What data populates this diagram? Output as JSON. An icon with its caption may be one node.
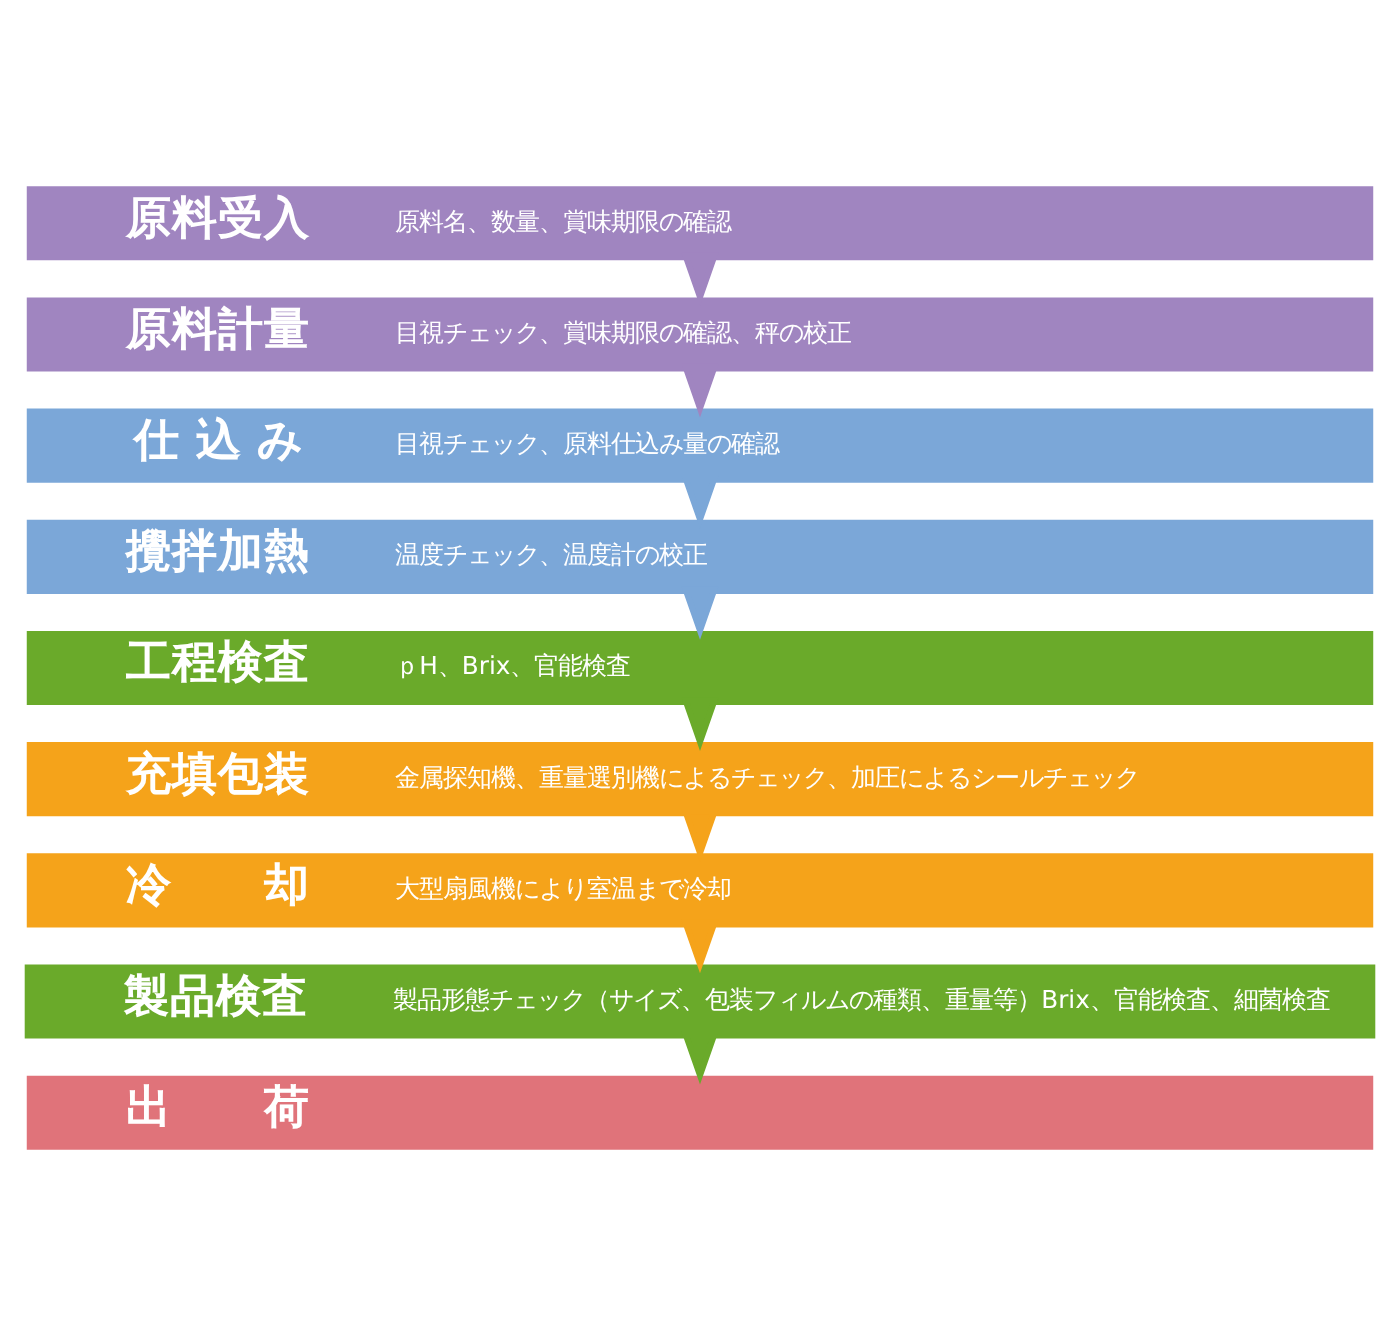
{
  "diagram": {
    "nodes": [
      {
        "text": [
          "原料受入",
          "原料名、数量、賞味期限の確認"
        ]
      },
      {
        "text": [
          "原料計量",
          "目視チェック、賞味期限の確認、秤の校正"
        ]
      },
      {
        "text": [
          "仕 込 み",
          "目視チェック、原料仕込み量の確認"
        ]
      },
      {
        "text": [
          "攪拌加熱",
          "温度チェック、温度計の校正"
        ]
      },
      {
        "text": [
          "工程検査",
          "ｐH、Brix、官能検査"
        ]
      },
      {
        "text": [
          "充填包装",
          "金属探知機、重量選別機によるチェック、加圧によるシールチェック"
        ]
      },
      {
        "text": [
          "冷　　却",
          "大型扇風機により室温まで冷却"
        ]
      },
      {
        "text": [
          "製品検査",
          "製品形態チェック（サイズ、包装フィルムの種類、重量等）Brix、官能検査、細菌検査"
        ]
      },
      {
        "text": [
          "出　　荷"
        ]
      }
    ],
    "edges": [
      {
        "from": 0,
        "to": 1,
        "arrow": "to",
        "color": "#a085c0"
      },
      {
        "from": 1,
        "to": 2,
        "arrow": "to",
        "color": "#a085c0"
      },
      {
        "from": 2,
        "to": 3,
        "arrow": "to",
        "color": "#7ba7d8"
      },
      {
        "from": 3,
        "to": 4,
        "arrow": "to",
        "color": "#7ba7d8"
      },
      {
        "from": 4,
        "to": 5,
        "arrow": "to",
        "color": "#6aaa2a"
      },
      {
        "from": 5,
        "to": 6,
        "arrow": "to",
        "color": "#f5a31a"
      },
      {
        "from": 6,
        "to": 7,
        "arrow": "to",
        "color": "#f5a31a"
      },
      {
        "from": 7,
        "to": 8,
        "arrow": "to",
        "color": "#6aaa2a"
      }
    ]
  }
}
